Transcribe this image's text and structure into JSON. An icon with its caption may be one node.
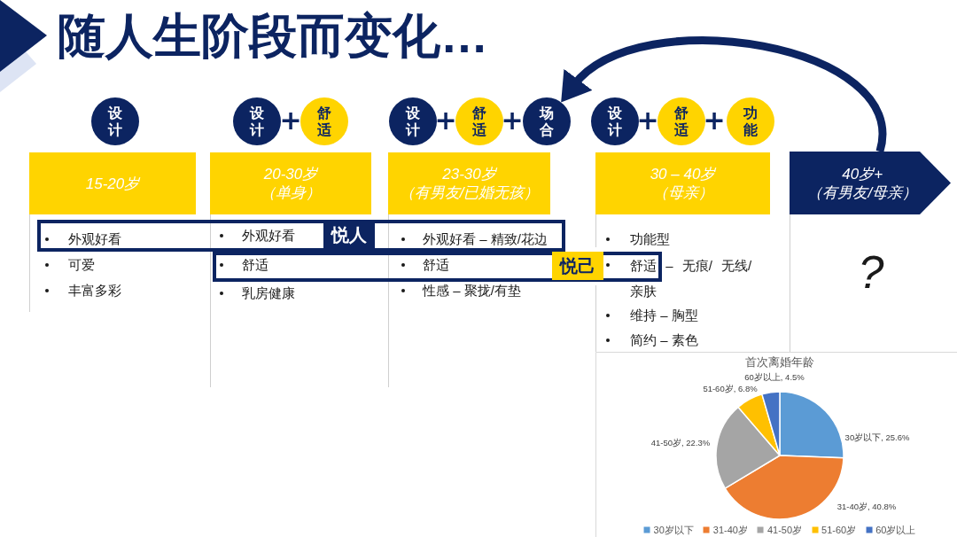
{
  "diagram": {
    "title": "随人生阶段而变化…",
    "nodes": [
      {
        "text": [
          "设计"
        ]
      },
      {
        "text": [
          "设计"
        ]
      },
      {
        "text": [
          "舒适"
        ]
      },
      {
        "text": [
          "设计"
        ]
      },
      {
        "text": [
          "舒适"
        ]
      },
      {
        "text": [
          "场合"
        ]
      },
      {
        "text": [
          "设计"
        ]
      },
      {
        "text": [
          "舒适"
        ]
      },
      {
        "text": [
          "功能"
        ]
      },
      {
        "text": [
          "15-20岁"
        ]
      },
      {
        "text": [
          "20-30岁",
          "（单身）"
        ]
      },
      {
        "text": [
          "23-30岁",
          "（有男友/已婚无孩）"
        ]
      },
      {
        "text": [
          "30 – 40岁",
          "（母亲）"
        ]
      },
      {
        "text": [
          "40岁+",
          "（有男友/母亲）"
        ]
      },
      {
        "text": [
          "悦人"
        ]
      },
      {
        "text": [
          "悦己"
        ]
      }
    ],
    "edges": [
      {
        "from": 13,
        "to": 5,
        "arrow": "to"
      }
    ],
    "labels": [
      "+",
      "+",
      "+",
      "+",
      "+",
      "外观好看",
      "可爱",
      "丰富多彩",
      "外观好看",
      "舒适",
      "乳房健康",
      "外观好看 – 精致/花边",
      "舒适",
      "性感 – 聚拢/有垫",
      "功能型",
      "舒适 – 无痕/ 无线/亲肤",
      "维持 – 胸型",
      "简约 – 素色",
      "?"
    ],
    "chart_data": {
      "type": "pie",
      "title": "首次离婚年龄",
      "categories": [
        "30岁以下",
        "31-40岁",
        "41-50岁",
        "51-60岁",
        "60岁以上"
      ],
      "values": [
        25.6,
        40.8,
        22.3,
        6.8,
        4.5
      ],
      "value_labels": [
        "30岁以下, 25.6%",
        "31-40岁, 40.8%",
        "41-50岁, 22.3%",
        "51-60岁, 6.8%",
        "60岁以上, 4.5%"
      ],
      "legend": "bottom"
    }
  }
}
